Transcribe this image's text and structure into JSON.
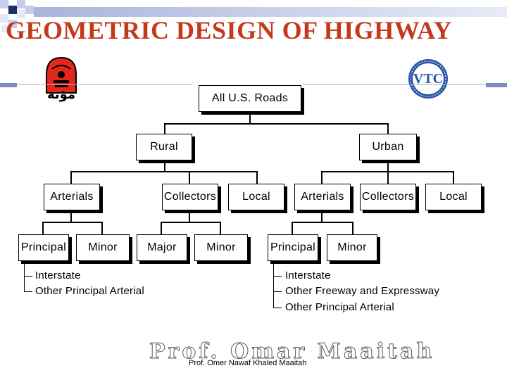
{
  "slide": {
    "title": "GEOMETRIC DESIGN OF HIGHWAY",
    "credit": "Prof. Omer Nawaf Khaled Maaitah",
    "watermark": "Prof. Omar Maaitah",
    "left_logo_text": "مؤتة",
    "right_logo_text": "VTC"
  },
  "tree": {
    "root": "All U.S. Roads",
    "rural": {
      "label": "Rural",
      "arterials": "Arterials",
      "collectors": "Collectors",
      "local": "Local",
      "principal": "Principal",
      "minor": "Minor",
      "major": "Major",
      "collector_minor": "Minor"
    },
    "urban": {
      "label": "Urban",
      "arterials": "Arterials",
      "collectors": "Collectors",
      "local": "Local",
      "principal": "Principal",
      "minor": "Minor"
    },
    "rural_principal_list": [
      "Interstate",
      "Other Principal Arterial"
    ],
    "urban_principal_list": [
      "Interstate",
      "Other Freeway and Expressway",
      "Other Principal Arterial"
    ]
  },
  "colors": {
    "title": "#c23a1b",
    "accent_bar": "#7c8cc2",
    "squares_dark": "#1e2c6b",
    "squares_light": "#b8c0e0"
  }
}
